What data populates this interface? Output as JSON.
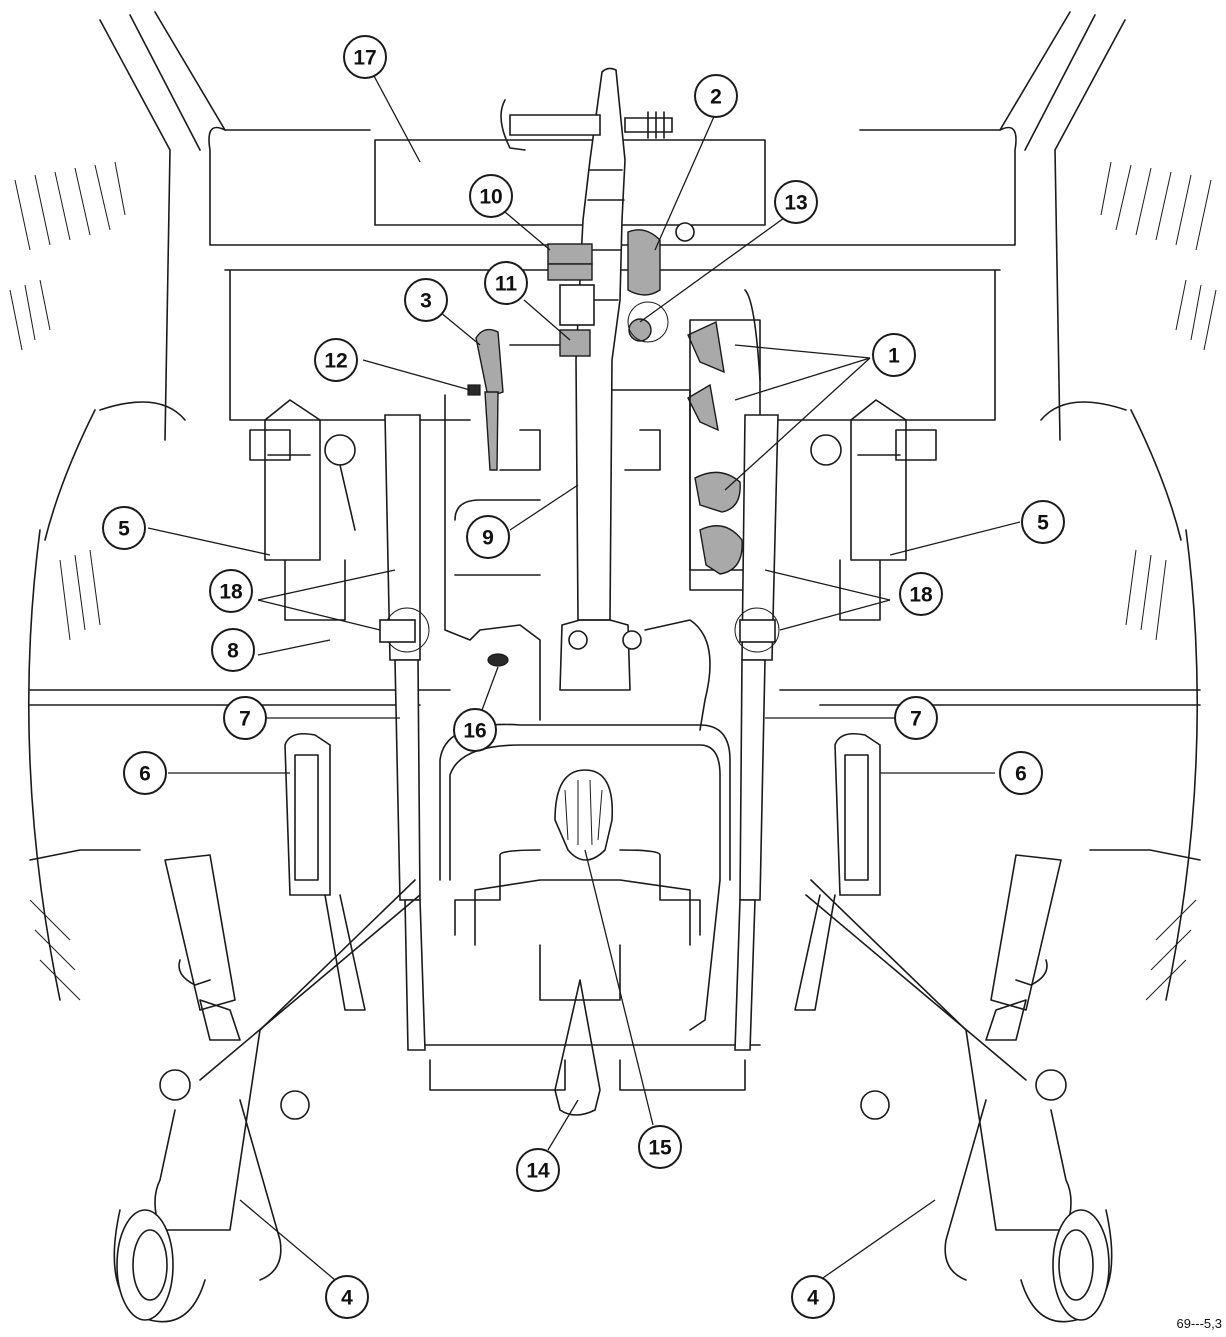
{
  "figure_code": "69---5,3",
  "callouts": [
    {
      "label": "17"
    },
    {
      "label": "2"
    },
    {
      "label": "10"
    },
    {
      "label": "13"
    },
    {
      "label": "11"
    },
    {
      "label": "3"
    },
    {
      "label": "12"
    },
    {
      "label": "1"
    },
    {
      "label": "5"
    },
    {
      "label": "5"
    },
    {
      "label": "9"
    },
    {
      "label": "18"
    },
    {
      "label": "18"
    },
    {
      "label": "8"
    },
    {
      "label": "7"
    },
    {
      "label": "7"
    },
    {
      "label": "16"
    },
    {
      "label": "6"
    },
    {
      "label": "6"
    },
    {
      "label": "15"
    },
    {
      "label": "14"
    },
    {
      "label": "4"
    },
    {
      "label": "4"
    }
  ]
}
